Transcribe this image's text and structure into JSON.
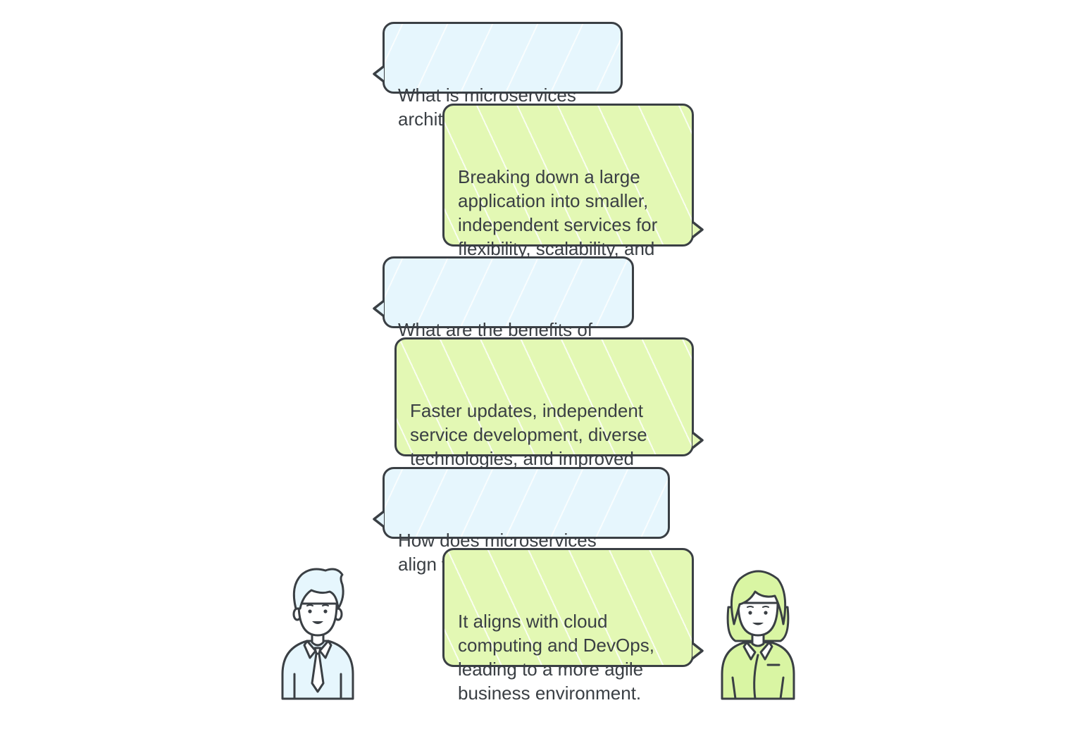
{
  "conversation": [
    {
      "speaker": "man",
      "text": "What is microservices\narchitecture?"
    },
    {
      "speaker": "woman",
      "text": "Breaking down a large\napplication into smaller,\nindependent services for\nflexibility, scalability, and\nresilience."
    },
    {
      "speaker": "man",
      "text": "What are the benefits of\nmicroservices?"
    },
    {
      "speaker": "woman",
      "text": "Faster updates, independent\nservice development, diverse\ntechnologies, and improved\nsystem performance."
    },
    {
      "speaker": "man",
      "text": "How does microservices\nalign with modern practices?"
    },
    {
      "speaker": "woman",
      "text": "It aligns with cloud\ncomputing and DevOps,\nleading to a more agile\nbusiness environment."
    }
  ],
  "colors": {
    "question_fill": "#e6f6fd",
    "answer_fill": "#e3f8b4",
    "outline": "#3a3f44"
  },
  "characters": {
    "man": {
      "icon": "man-avatar-icon",
      "shirt": "#e6f6fd"
    },
    "woman": {
      "icon": "woman-avatar-icon",
      "outfit": "#d9f5a3"
    }
  }
}
